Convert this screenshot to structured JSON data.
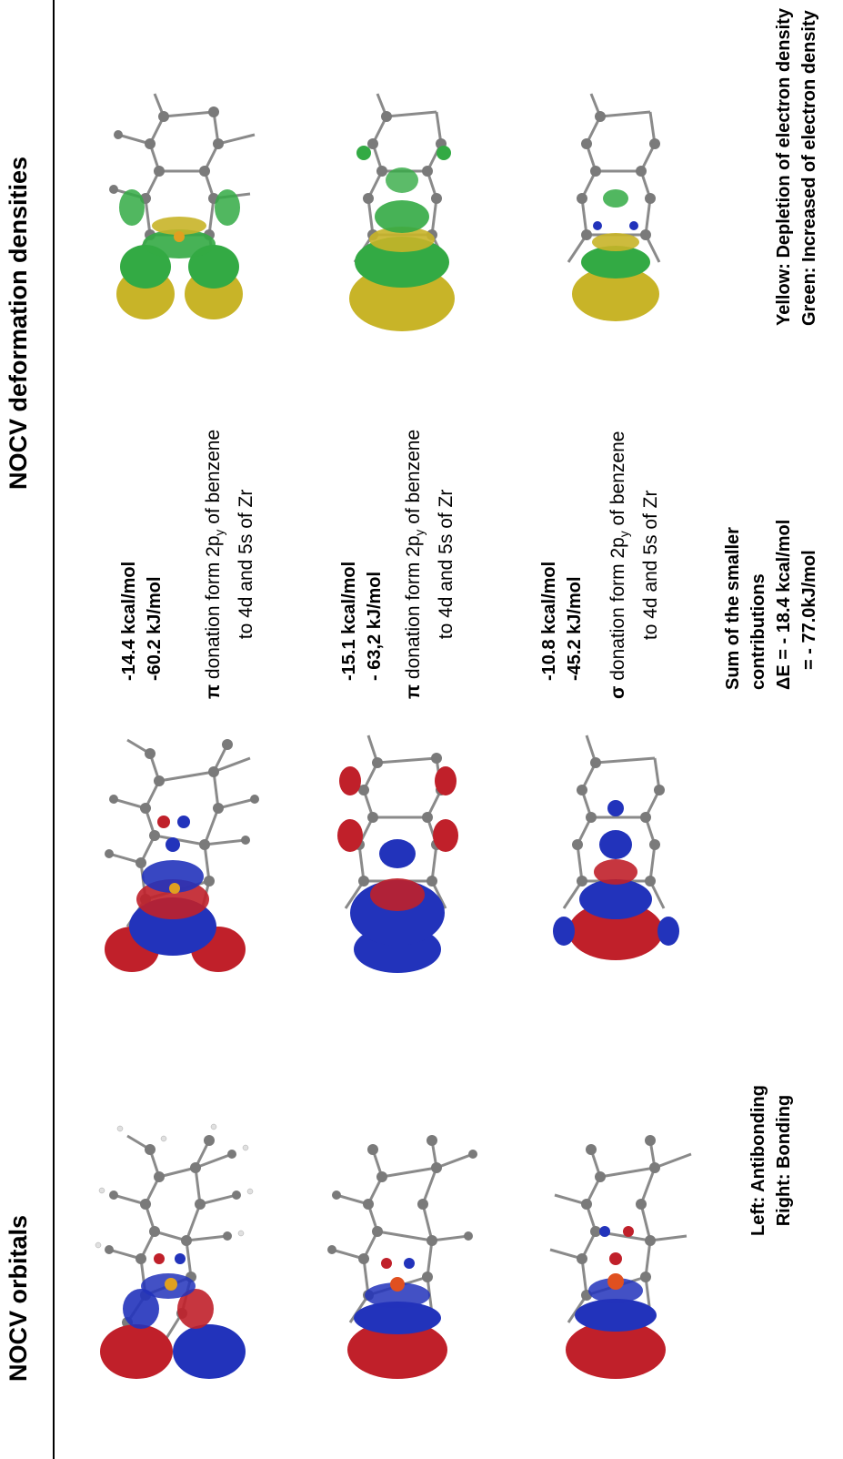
{
  "headers": {
    "left": "NOCV orbitals",
    "right": "NOCV deformation densities"
  },
  "rows": [
    {
      "energy_kcal": "-14.4  kcal/mol",
      "energy_kj": "-60.2 kJ/mol",
      "symbol": "π",
      "description_line1": "donation form 2p",
      "subscript": "y",
      "description_line1_end": "of benzene",
      "description_line2": "to 4d and 5s of Zr"
    },
    {
      "energy_kcal": "-15.1    kcal/mol",
      "energy_kj": "- 63,2 kJ/mol",
      "symbol": "π",
      "description_line1": "donation form 2p",
      "subscript": "y",
      "description_line1_end": "of benzene",
      "description_line2": "to 4d and 5s of Zr"
    },
    {
      "energy_kcal": "-10.8    kcal/mol",
      "energy_kj": "-45.2 kJ/mol",
      "symbol": "σ",
      "description_line1": "donation form 2p",
      "subscript": "y",
      "description_line1_end": "of benzene",
      "description_line2": "to 4d and 5s of Zr"
    }
  ],
  "summary": {
    "line1": "Sum of the smaller",
    "line2": "contributions",
    "line3": "ΔE = - 18.4 kcal/mol",
    "line4": "= - 77.0kJ/mol"
  },
  "legend_orbitals": {
    "line1": "Left: Antibonding",
    "line2": "Right: Bonding"
  },
  "legend_densities": {
    "line1": "Yellow: Depletion of electron density",
    "line2": "Green: Increased of electron density"
  },
  "colors": {
    "orbital_positive": "#c0202a",
    "orbital_negative": "#2233bb",
    "density_depletion": "#c8b428",
    "density_increase": "#33aa44",
    "atom_carbon": "#7a7a7a",
    "atom_hydrogen": "#e6e6e6",
    "atom_zr": "#e0a020"
  }
}
